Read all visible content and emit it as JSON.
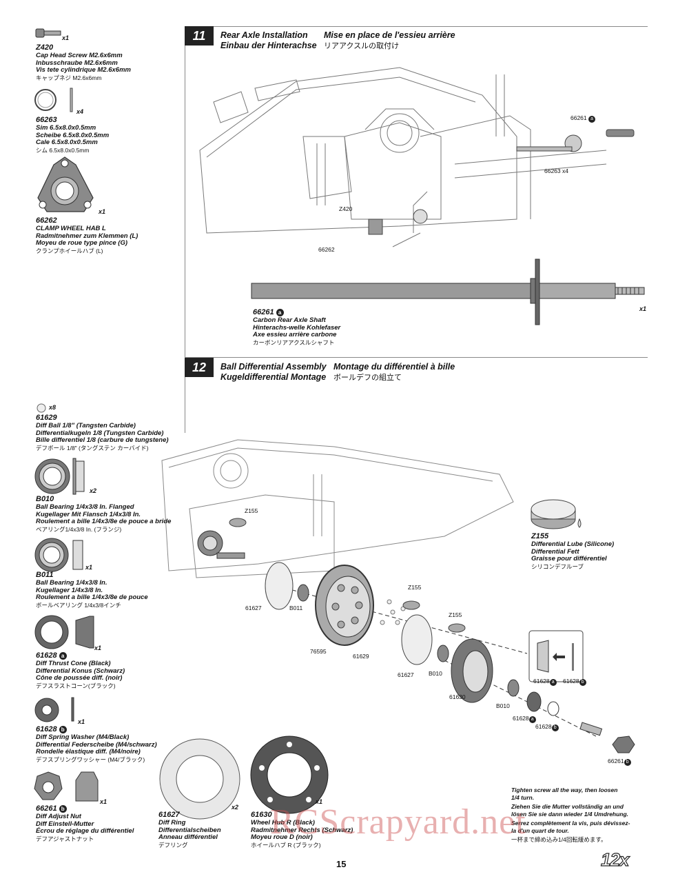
{
  "colors": {
    "part_fill": "#9a9a9a",
    "part_dark": "#555555",
    "frame_line": "#888888",
    "watermark": "#cd5050"
  },
  "parts": [
    {
      "id": "z420",
      "number": "Z420",
      "qty": "x1",
      "names": [
        "Cap Head Screw M2.6x6mm",
        "Inbusschraube M2.6x6mm",
        "Vis tete cylindrique M2.6x6mm"
      ],
      "jp": "キャップネジ M2.6x6mm"
    },
    {
      "id": "p66263",
      "number": "66263",
      "qty": "x4",
      "names": [
        "Sim 6.5x8.0x0.5mm",
        "Scheibe 6.5x8.0x0.5mm",
        "Cale 6.5x8.0x0.5mm"
      ],
      "jp": "シム 6.5x8.0x0.5mm"
    },
    {
      "id": "p66262",
      "number": "66262",
      "qty": "x1",
      "names": [
        "CLAMP WHEEL HAB L",
        "Radmitnehmer zum Klemmen (L)",
        "Moyeu de roue type pince (G)"
      ],
      "jp": "クランプホイールハブ (L)"
    },
    {
      "id": "p61629",
      "number": "61629",
      "qty": "x8",
      "names": [
        "Diff Ball 1/8\" (Tangsten Carbide)",
        "Differentialkugeln 1/8 (Tungsten Carbide)",
        "Bille differentiel 1/8 (carbure de tungstene)"
      ],
      "jp": "デフボール 1/8\" (タングステン カーバイド)"
    },
    {
      "id": "b010",
      "number": "B010",
      "qty": "x2",
      "names": [
        "Ball Bearing 1/4x3/8 In. Flanged",
        "Kugellager Mit Flansch 1/4x3/8 In.",
        "Roulement a bille 1/4x3/8e de pouce a bride"
      ],
      "jp": "ベアリング1/4x3/8 In. (フランジ)"
    },
    {
      "id": "b011",
      "number": "B011",
      "qty": "x1",
      "names": [
        "Ball Bearing 1/4x3/8 In.",
        "Kugellager 1/4x3/8 In.",
        "Roulement a bille 1/4x3/8e de pouce"
      ],
      "jp": "ボールベアリング 1/4x3/8インチ"
    },
    {
      "id": "p61628a",
      "number": "61628",
      "badge": "a",
      "qty": "x1",
      "names": [
        "Diff Thrust Cone (Black)",
        "Differential Konus (Schwarz)",
        "Cône de poussée diff. (noir)"
      ],
      "jp": "デフスラストコーン(ブラック)"
    },
    {
      "id": "p61628b",
      "number": "61628",
      "badge": "b",
      "qty": "x1",
      "names": [
        "Diff Spring Washer (M4/Black)",
        "Differential Federscheibe (M4/schwarz)",
        "Rondelle élastique diff. (M4/noire)"
      ],
      "jp": "デフスプリングワッシャー (M4/ブラック)"
    },
    {
      "id": "p66261b",
      "number": "66261",
      "badge": "b",
      "qty": "x1",
      "names": [
        "Diff Adjust Nut",
        "Diff Einstell-Mutter",
        "Écrou de réglage du différentiel"
      ],
      "jp": "デフアジャストナット"
    },
    {
      "id": "p61627",
      "number": "61627",
      "qty": "x2",
      "names": [
        "Diff Ring",
        "Differentialscheiben",
        "Anneau différentiel"
      ],
      "jp": "デフリング"
    },
    {
      "id": "p61630",
      "number": "61630",
      "qty": "x1",
      "names": [
        "Wheel Hub R (Black)",
        "Radmitnehmer Rechts (Schwarz)",
        "Moyeu roue D (noir)"
      ],
      "jp": "ホイールハブ R (ブラック)"
    },
    {
      "id": "p66261a",
      "number": "66261",
      "badge": "a",
      "qty": "x1",
      "names": [
        "Carbon Rear Axle Shaft",
        "Hinterachs-welle Kohlefaser",
        "Axe essieu arrière carbone"
      ],
      "jp": "カーボンリアアクスルシャフト"
    },
    {
      "id": "z155",
      "number": "Z155",
      "names": [
        "Differential Lube (Silicone)",
        "Differential Fett",
        "Graisse pour différentiel"
      ],
      "jp": "シリコンデフルーブ"
    }
  ],
  "steps": [
    {
      "number": "11",
      "title_en": "Rear Axle Installation",
      "title_fr": "Mise en place de l'essieu arrière",
      "title_de": "Einbau der Hinterachse",
      "title_jp": "リアアクスルの取付け"
    },
    {
      "number": "12",
      "title_en": "Ball Differential Assembly",
      "title_fr": "Montage du différentiel à bille",
      "title_de": "Kugeldifferential Montage",
      "title_jp": "ボールデフの組立て"
    }
  ],
  "callouts": {
    "s11": [
      {
        "t": "66261",
        "b": "a"
      },
      {
        "t": "66263 x4"
      },
      {
        "t": "Z420"
      },
      {
        "t": "66262"
      }
    ],
    "s12": [
      "Z155",
      "61627",
      "B011",
      "76595",
      "61629",
      "61627",
      "B010",
      "61630",
      "B010",
      "Z155",
      "Z155",
      "61628",
      "61628",
      "61628",
      "61628",
      "66261"
    ]
  },
  "note": [
    "Tighten screw all the way, then loosen",
    "1/4 turn.",
    "Ziehen Sie die Mutter vollständig an und",
    "lösen Sie sie dann wieder 1/4 Umdrehung.",
    "Serrez complètement la vis, puis dévissez-",
    "la d'un quart de tour.",
    "一杯まで締め込み1/4回転緩めます。"
  ],
  "page_number": "15",
  "logo": "12x",
  "watermark": "RCScrapyard.net"
}
